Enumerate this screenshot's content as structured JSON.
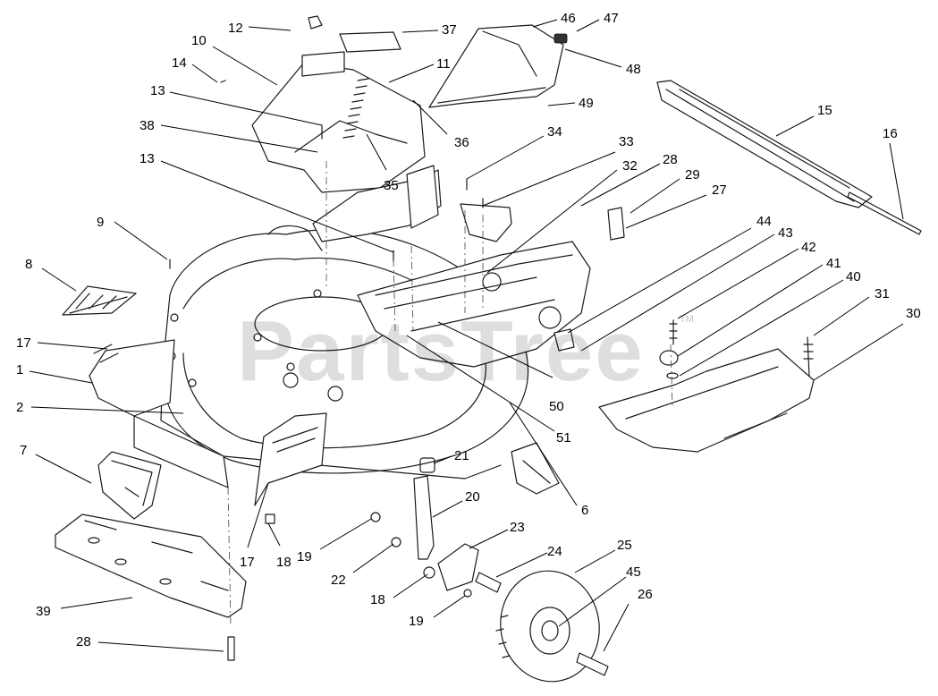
{
  "watermark": {
    "text": "PartsTree",
    "trademark": "TM"
  },
  "callout_labels": [
    "12",
    "37",
    "46",
    "47",
    "10",
    "11",
    "14",
    "48",
    "13",
    "49",
    "36",
    "38",
    "34",
    "33",
    "35",
    "28",
    "32",
    "29",
    "27",
    "15",
    "16",
    "13",
    "9",
    "44",
    "43",
    "42",
    "41",
    "40",
    "31",
    "30",
    "8",
    "17",
    "1",
    "50",
    "2",
    "51",
    "7",
    "21",
    "20",
    "6",
    "17",
    "18",
    "19",
    "23",
    "24",
    "25",
    "45",
    "22",
    "26",
    "18",
    "19",
    "39",
    "28"
  ]
}
